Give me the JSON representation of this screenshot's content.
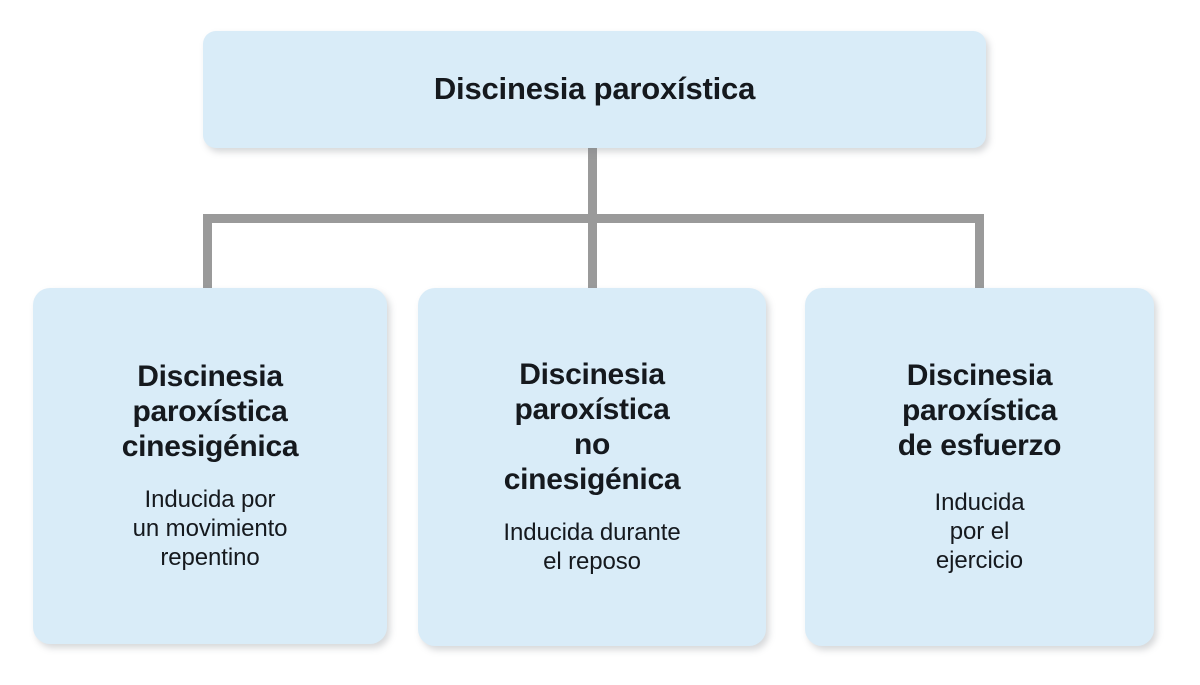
{
  "diagram": {
    "type": "hierarchy-tree",
    "language": "es",
    "colors": {
      "node_fill": "#d9ecf8",
      "connector": "#9a9a9a",
      "text": "#15191e",
      "background": "#ffffff"
    },
    "root": {
      "title": "Discinesia paroxística"
    },
    "children": [
      {
        "title": "Discinesia\nparoxística\ncinesigénica",
        "subtitle": "Inducida por\nun movimiento\nrepentino"
      },
      {
        "title": "Discinesia\nparoxística\nno\ncinesigénica",
        "subtitle": "Inducida durante\nel reposo"
      },
      {
        "title": "Discinesia\nparoxística\nde esfuerzo",
        "subtitle": "Inducida\npor el\nejercicio"
      }
    ]
  }
}
